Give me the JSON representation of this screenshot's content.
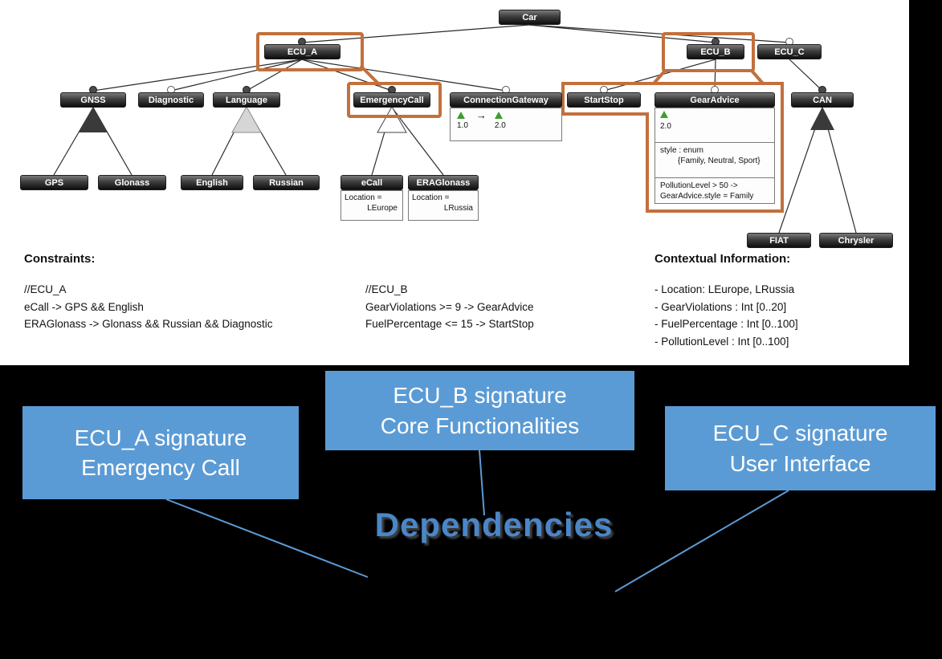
{
  "feature_model": {
    "nodes": {
      "car": "Car",
      "ecu_a": "ECU_A",
      "ecu_b": "ECU_B",
      "ecu_c": "ECU_C",
      "gnss": "GNSS",
      "diagnostic": "Diagnostic",
      "language": "Language",
      "emergency_call": "EmergencyCall",
      "connection_gateway": "ConnectionGateway",
      "start_stop": "StartStop",
      "gear_advice": "GearAdvice",
      "can": "CAN",
      "gps": "GPS",
      "glonass": "Glonass",
      "english": "English",
      "russian": "Russian",
      "ecall": "eCall",
      "era_glonass": "ERAGlonass",
      "fiat": "FIAT",
      "chrysler": "Chrysler"
    },
    "connection_gateway_box": {
      "version_from": "1.0",
      "version_to": "2.0",
      "arrow": "→"
    },
    "ecall_box": {
      "label": "Location =",
      "value": "LEurope"
    },
    "era_glonass_box": {
      "label": "Location =",
      "value": "LRussia"
    },
    "gear_advice_box": {
      "version": "2.0",
      "style_title": "style : enum",
      "style_values": "{Family, Neutral, Sport}",
      "rule_line1": "PollutionLevel > 50 ->",
      "rule_line2": "GearAdvice.style = Family"
    },
    "constraints": {
      "title": "Constraints:",
      "ecu_a_header": "//ECU_A",
      "ecu_a_line1": "eCall -> GPS && English",
      "ecu_a_line2": "ERAGlonass -> Glonass && Russian && Diagnostic",
      "ecu_b_header": "//ECU_B",
      "ecu_b_line1": "GearViolations >= 9 -> GearAdvice",
      "ecu_b_line2": "FuelPercentage <= 15 -> StartStop"
    },
    "contextual_info": {
      "title": "Contextual Information:",
      "line1": "- Location: LEurope, LRussia",
      "line2": "- GearViolations : Int [0..20]",
      "line3": "- FuelPercentage : Int [0..100]",
      "line4": "- PollutionLevel : Int [0..100]"
    }
  },
  "callouts": {
    "ecu_a_line1": "ECU_A signature",
    "ecu_a_line2": "Emergency Call",
    "ecu_b_line1": "ECU_B signature",
    "ecu_b_line2": "Core Functionalities",
    "ecu_c_line1": "ECU_C signature",
    "ecu_c_line2": "User Interface",
    "dependencies_label": "Dependencies"
  },
  "colors": {
    "highlight_orange": "#c2703d",
    "callout_blue": "#5b9bd5",
    "dependencies_blue": "#4a86c8",
    "version_green": "#3c9e2d",
    "node_dark": "#2b2b2b"
  }
}
